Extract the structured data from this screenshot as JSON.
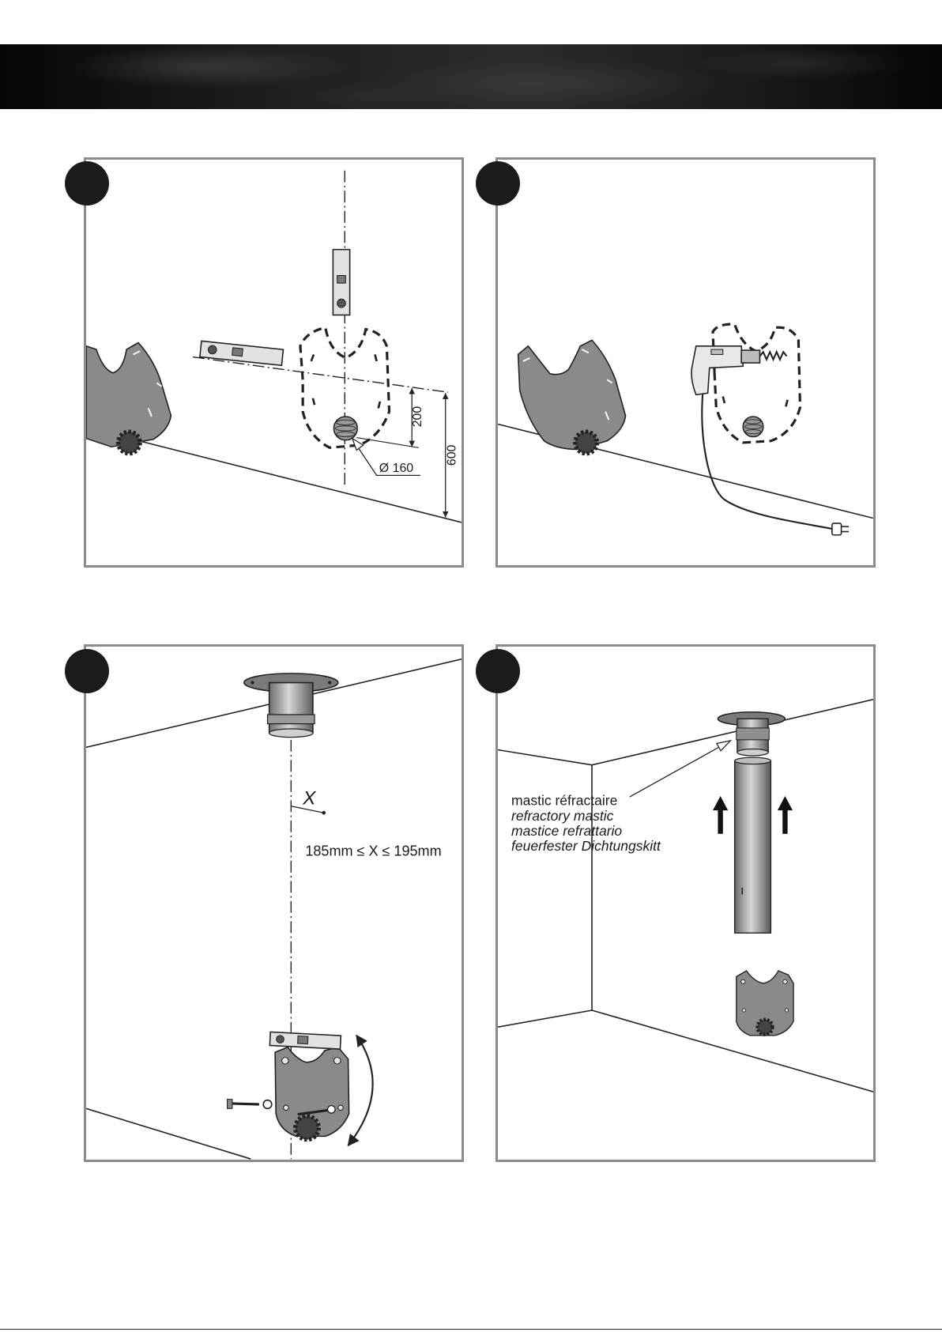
{
  "colors": {
    "header": "#151515",
    "frame": "#8c8c8c",
    "plate": "#8a8a8a",
    "marker": "#1b1b1b"
  },
  "panel_1": {
    "dim_short": "200",
    "dim_long": "600",
    "diameter": "Ø 160"
  },
  "panel_3": {
    "symbol": "X",
    "range": "185mm ≤ X ≤ 195mm"
  },
  "panel_4": {
    "labels": [
      "mastic réfractaire",
      "refractory mastic",
      "mastice refrattario",
      "feuerfester Dichtungskitt"
    ]
  }
}
